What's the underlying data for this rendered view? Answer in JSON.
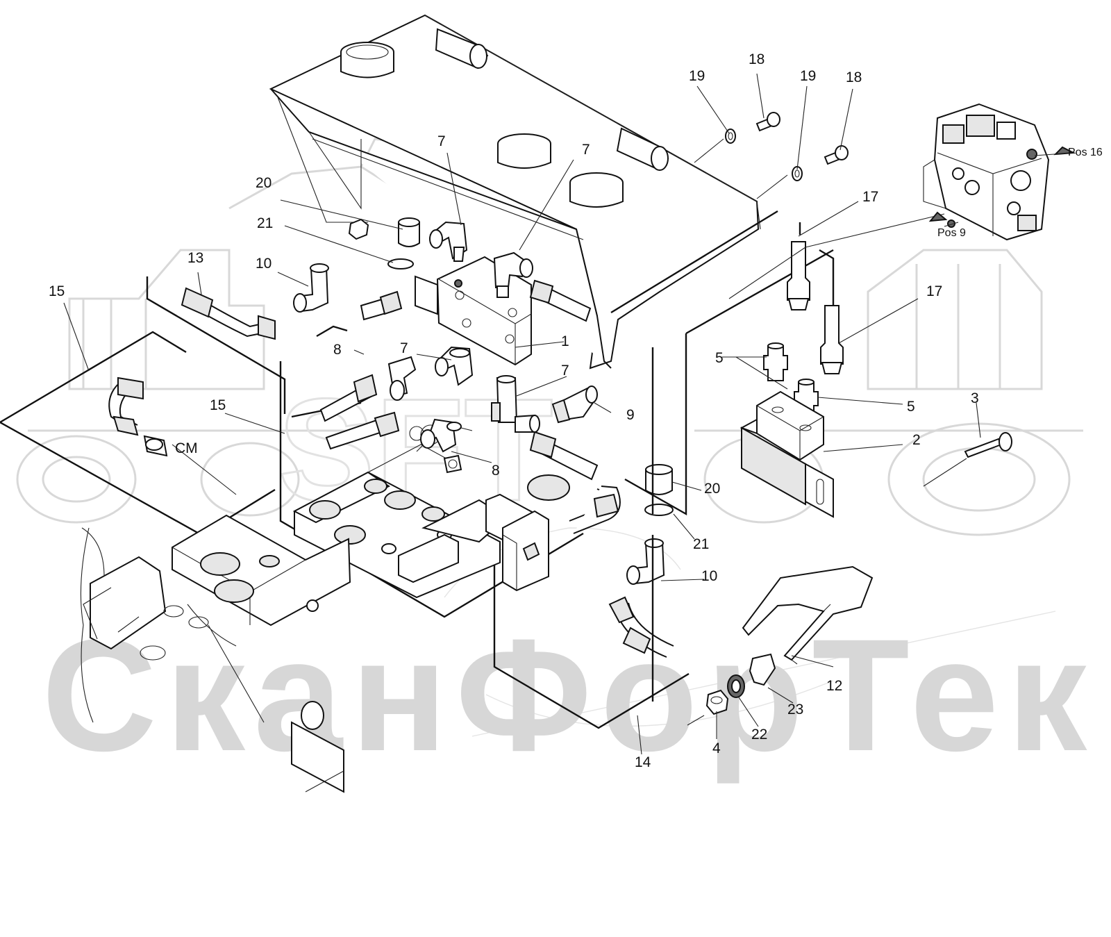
{
  "watermark": "СканФорТек",
  "callouts": {
    "c1": "1",
    "c2": "2",
    "c3": "3",
    "c4": "4",
    "c5a": "5",
    "c5b": "5",
    "c7a": "7",
    "c7b": "7",
    "c7c": "7",
    "c7d": "7",
    "c8a": "8",
    "c8b": "8",
    "c9": "9",
    "c10a": "10",
    "c10b": "10",
    "c12": "12",
    "c13": "13",
    "c14": "14",
    "c15a": "15",
    "c15b": "15",
    "c17a": "17",
    "c17b": "17",
    "c18a": "18",
    "c18b": "18",
    "c19a": "19",
    "c19b": "19",
    "c20a": "20",
    "c20b": "20",
    "c21a": "21",
    "c21b": "21",
    "c22": "22",
    "c23": "23",
    "cm": "CM",
    "pos16": "Pos 16",
    "pos9": "Pos 9"
  }
}
